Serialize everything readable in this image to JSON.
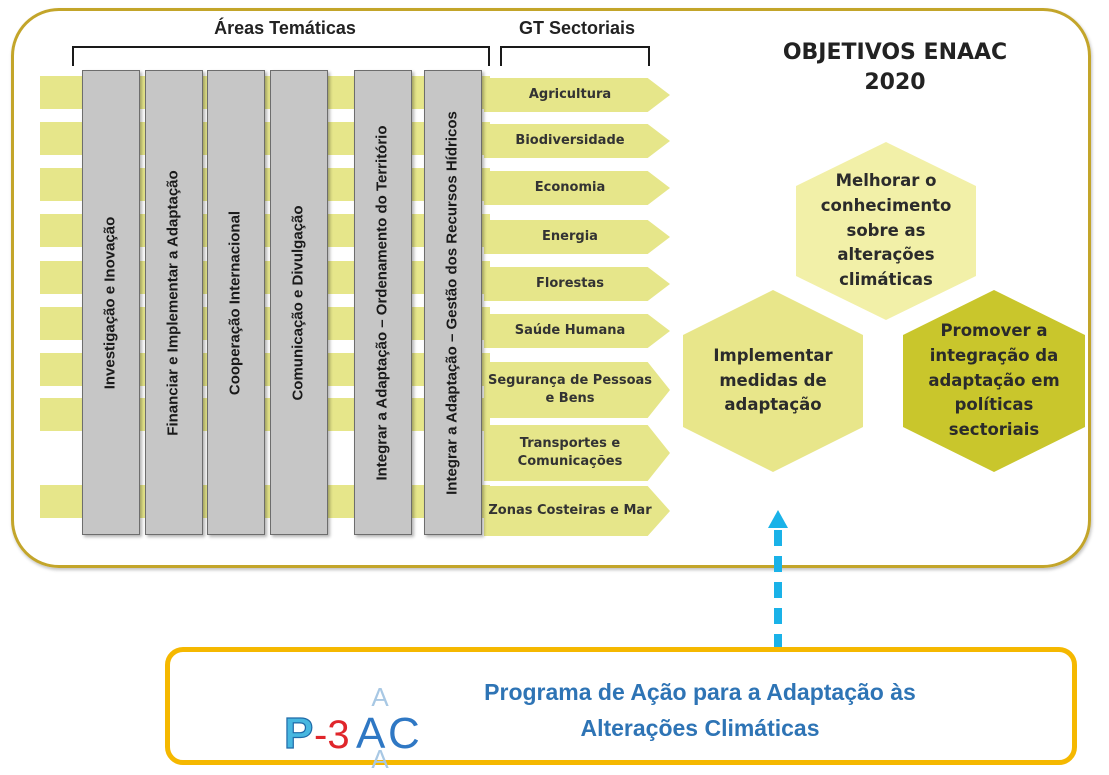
{
  "headers": {
    "areas_tematicas": "Áreas Temáticas",
    "gt_sectoriais": "GT Sectoriais"
  },
  "areas_tematicas": [
    "Investigação e Inovação",
    "Financiar e Implementar a Adaptação",
    "Cooperação Internacional",
    "Comunicação e Divulgação",
    "Integrar a Adaptação – Ordenamento do Território",
    "Integrar a Adaptação – Gestão dos Recursos Hídricos"
  ],
  "gt_sectoriais": [
    "Agricultura",
    "Biodiversidade",
    "Economia",
    "Energia",
    "Florestas",
    "Saúde Humana",
    "Segurança de Pessoas e Bens",
    "Transportes e Comunicações",
    "Zonas Costeiras e Mar"
  ],
  "objetivos": {
    "title": "OBJETIVOS ENAAC 2020",
    "items": [
      "Melhorar o conhecimento sobre as alterações climáticas",
      "Implementar medidas de adaptação",
      "Promover a integração da adaptação em políticas sectoriais"
    ]
  },
  "programa": {
    "logo_text": "P-3AC",
    "title": "Programa de Ação para a Adaptação às Alterações Climáticas"
  },
  "colors": {
    "frame": "#c3a52a",
    "stripe": "#e6e68a",
    "hex_light": "#f2f0a8",
    "hex_mid": "#e8e68a",
    "hex_dark": "#c9c62c",
    "dashed_arrow": "#1ab2e8",
    "bottom_border": "#f5b800",
    "program_text": "#2e74b5"
  }
}
